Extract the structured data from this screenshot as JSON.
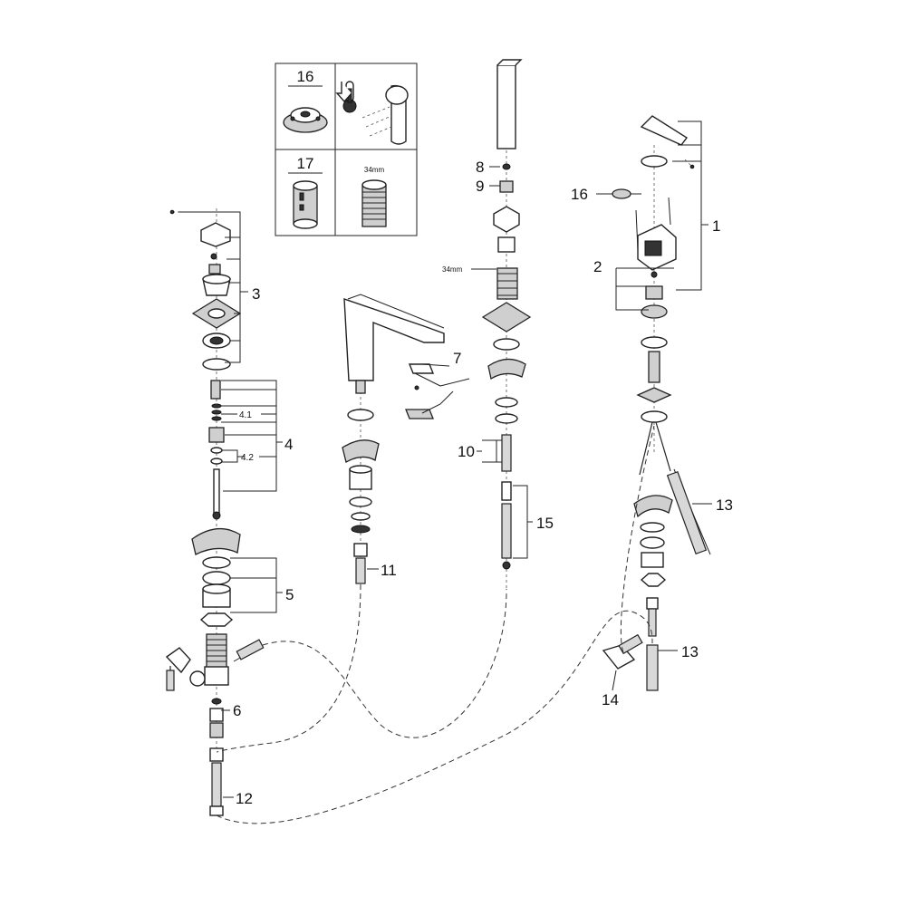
{
  "callouts": {
    "c1": "1",
    "c2": "2",
    "c3": "3",
    "c4": "4",
    "c4_1": "4.1",
    "c4_2": "4.2",
    "c5": "5",
    "c6": "6",
    "c7": "7",
    "c8": "8",
    "c9": "9",
    "c10": "10",
    "c11": "11",
    "c12": "12",
    "c13a": "13",
    "c13b": "13",
    "c14": "14",
    "c15": "15",
    "c16": "16"
  },
  "inset": {
    "cell_16": "16",
    "cell_17": "17",
    "cell_34mm": "34mm"
  },
  "dimension_label": "34mm"
}
